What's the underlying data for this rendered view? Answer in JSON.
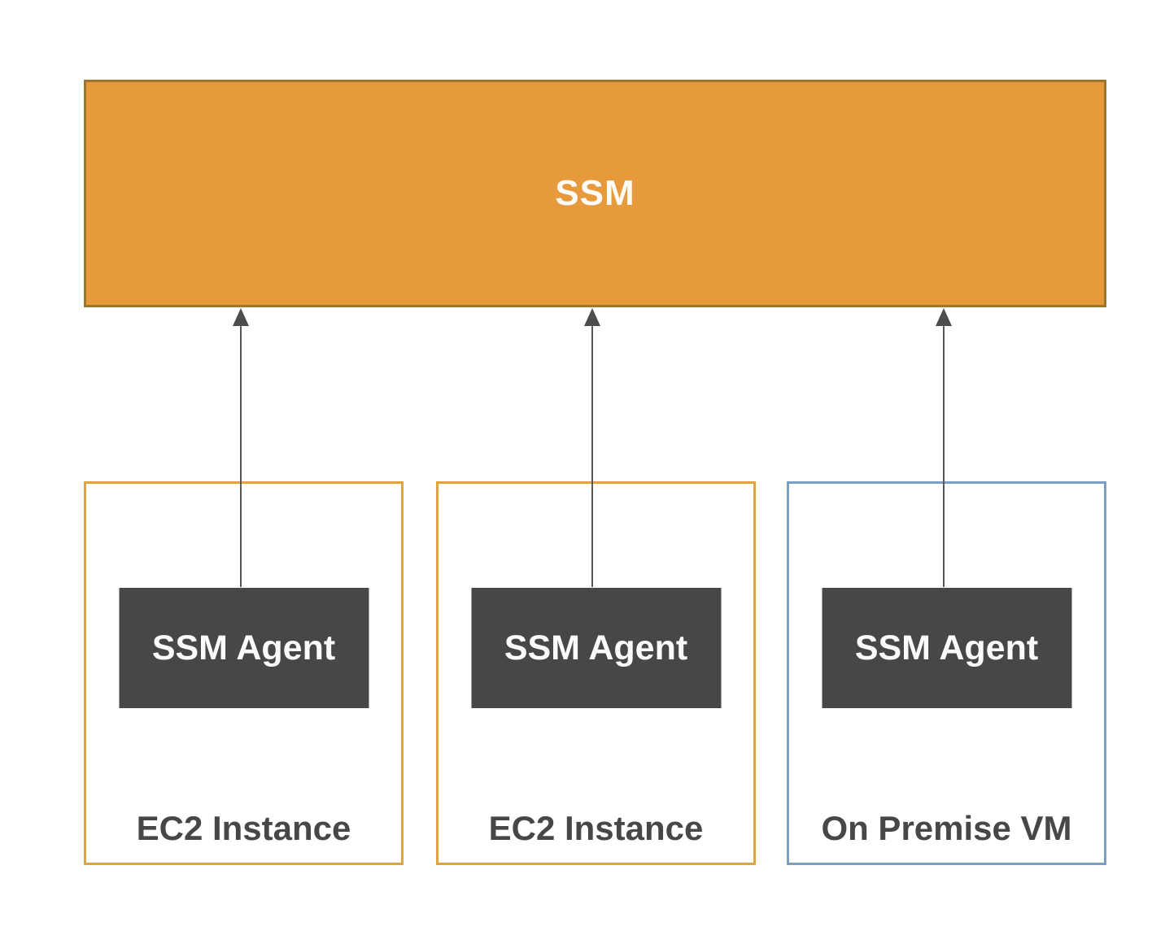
{
  "diagram": {
    "ssm": {
      "label": "SSM"
    },
    "hosts": [
      {
        "type": "ec2",
        "label": "EC2 Instance",
        "agent_label": "SSM Agent"
      },
      {
        "type": "ec2",
        "label": "EC2 Instance",
        "agent_label": "SSM Agent"
      },
      {
        "type": "onprem",
        "label": "On Premise VM",
        "agent_label": "SSM Agent"
      }
    ],
    "connectors": [
      {
        "from": "SSM Agent (EC2 Instance 1)",
        "to": "SSM",
        "direction": "up"
      },
      {
        "from": "SSM Agent (EC2 Instance 2)",
        "to": "SSM",
        "direction": "up"
      },
      {
        "from": "SSM Agent (On Premise VM)",
        "to": "SSM",
        "direction": "up"
      }
    ],
    "colors": {
      "ssm_fill": "#E79A3C",
      "ssm_border": "#9C762E",
      "ssm_text": "#FDFBF6",
      "ec2_border": "#E0A33E",
      "onprem_border": "#7B9EC4",
      "agent_fill": "#454845",
      "agent_text": "#FBFBFA",
      "host_label_text": "#454845",
      "arrow": "#4A4D4A",
      "background": "#FFFFFF"
    }
  }
}
